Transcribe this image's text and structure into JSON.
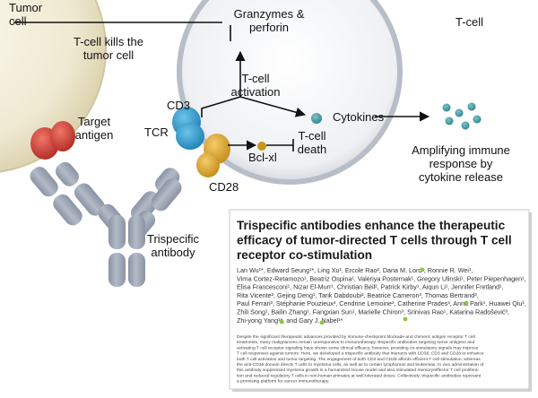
{
  "labels": {
    "tumor_cell": [
      "Tumor",
      "cell"
    ],
    "t_cell_kills": [
      "T-cell kills the",
      "tumor cell"
    ],
    "granzymes": [
      "Granzymes &",
      "perforin"
    ],
    "t_cell": "T-cell",
    "t_cell_activation": [
      "T-cell",
      "activation"
    ],
    "cytokines": "Cytokines",
    "amplifying": [
      "Amplifying immune",
      "response by",
      "cytokine release"
    ],
    "target_antigen": [
      "Target",
      "antigen"
    ],
    "cd3": "CD3",
    "tcr": "TCR",
    "cd28": "CD28",
    "bcl_xl": "Bcl-xl",
    "t_cell_death": [
      "T-cell",
      "death"
    ],
    "trispecific_antibody": [
      "Trispecific",
      "antibody"
    ]
  },
  "paper": {
    "title_lines": [
      "Trispecific antibodies enhance the therapeutic",
      "efficacy of tumor-directed T cells through T cell",
      "receptor co-stimulation"
    ],
    "author_lines": [
      "Lan Wu¹*, Edward Seung¹*, Ling Xu¹, Ercole Rao², Dana M. Lord¹, Ronnie R. Wei¹,",
      "Virna Cortez-Retamozo¹, Beatriz Ospina¹, Valeriya Posternak¹, Gregory Ulinski¹, Peter Piepenhagen¹,",
      "Elisa Francesconi¹, Nizar El-Murr¹, Christian Beil², Patrick Kirby¹, Aiqun Li¹, Jennifer Fretland¹,",
      "Rita Vicente³, Gejing Deng¹, Tarik Dabdoubi², Beatrice Cameron³, Thomas Bertrand³,",
      "Paul Ferrari³, Stéphanie Pouzieux³, Cendrine Lemoine³, Catherine Prades³, Anna Park¹, Huawei Qiu¹,",
      "Zhili Song¹, Bailin Zhang¹, Fangxian Sun¹, Marielle Chiron³, Srinivas Rao¹, Katarina Radošević³,",
      "Zhi-yong Yang¹*, and Gary J. Nabel¹*"
    ],
    "abstract_lines": [
      "Despite the significant therapeutic advances provided by immune-checkpoint blockade and chimeric antigen receptor T cell",
      "treatments, many malignancies remain unresponsive to immunotherapy. Bispecific antibodies targeting tumor antigens and",
      "activating T cell receptor signaling have shown some clinical efficacy; however, providing co-stimulatory signals may improve",
      "T cell responses against tumors. Here, we developed a trispecific antibody that interacts with CD38, CD3 and CD28 to enhance",
      "both T cell activation and tumor targeting. The engagement of both CD3 and CD28 affords efficient T cell stimulation, whereas",
      "the anti-CD38 domain directs T cells to myeloma cells, as well as to certain lymphomas and leukemias. In vivo administration of",
      "this antibody suppressed myeloma growth in a humanized mouse model and also stimulated memory/effector T cell prolifera-",
      "tion and reduced regulatory T cells in non-human primates at well-tolerated doses. Collectively, trispecific antibodies represent",
      "a promising platform for cancer immunotherapy."
    ]
  },
  "colors": {
    "tumor_cell_fill": "#ede7cf",
    "t_cell_fill": "#e4e6ea",
    "antibody_gray": "#9aa2b2",
    "antigen_red": "#c8342b",
    "cd3_blue": "#2a93c8",
    "cd28_gold": "#d8a126",
    "bcl_gold": "#c8941c",
    "cytokine_teal": "#3f8f9a",
    "orcid_green": "#8ec63f"
  }
}
